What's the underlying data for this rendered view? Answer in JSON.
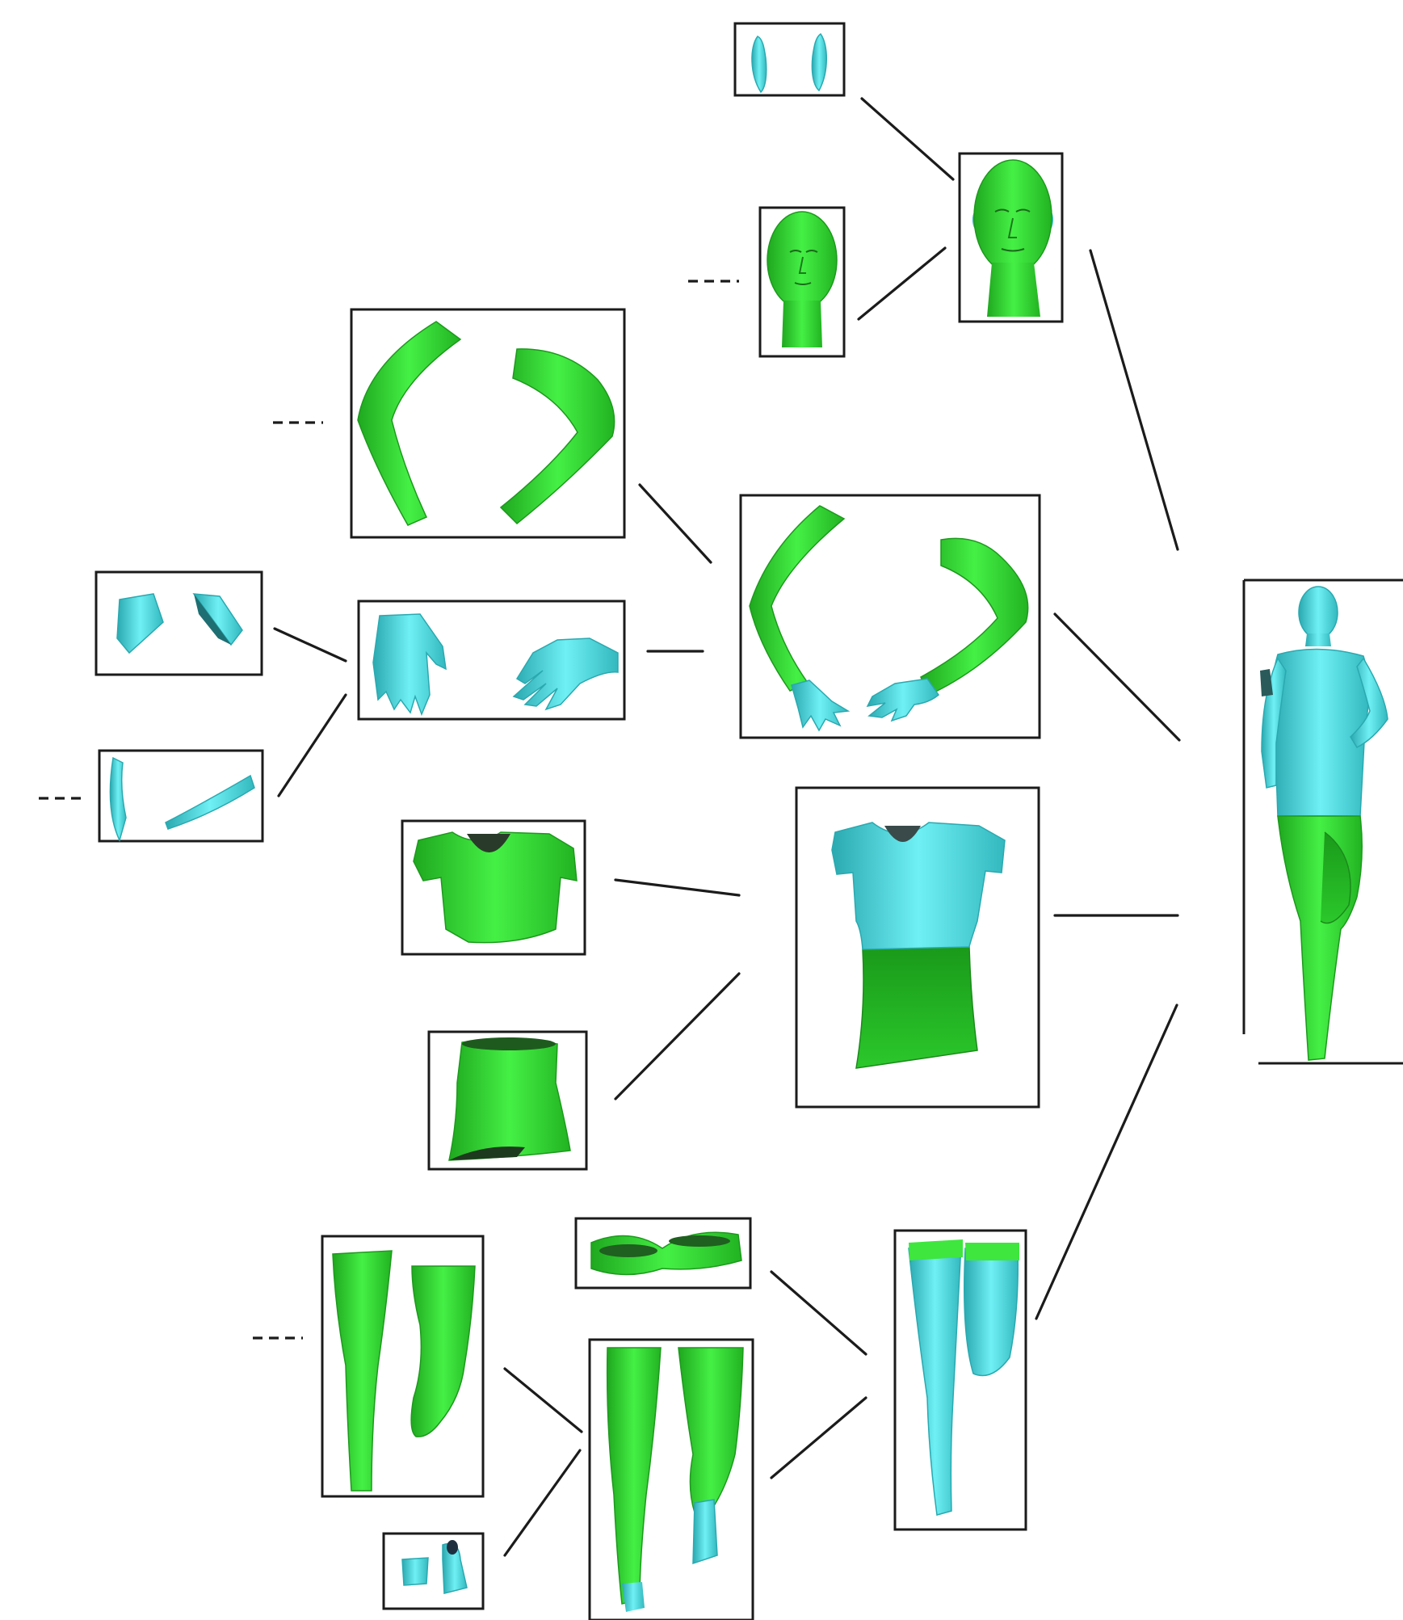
{
  "colors": {
    "background": "#ffffff",
    "frame": "#1b1b1b",
    "part_green": "#3ee63e",
    "part_green_dark": "#22b322",
    "part_cyan": "#4fe6ec",
    "part_cyan_dark": "#2aa9b0",
    "hole_dark": "#2a3a2a"
  },
  "nodes": [
    {
      "id": "ears",
      "depicts": "ear-pair-icon"
    },
    {
      "id": "bald-head",
      "depicts": "bald-head-icon"
    },
    {
      "id": "head",
      "depicts": "head-with-ears-icon"
    },
    {
      "id": "upper-arms",
      "depicts": "arm-pair-icon"
    },
    {
      "id": "hand-chunks",
      "depicts": "hand-chunk-pair-icon"
    },
    {
      "id": "hands",
      "depicts": "hand-pair-icon"
    },
    {
      "id": "fingers",
      "depicts": "finger-pair-icon"
    },
    {
      "id": "full-arms",
      "depicts": "arm-with-hands-icon"
    },
    {
      "id": "upper-torso",
      "depicts": "upper-torso-icon"
    },
    {
      "id": "lower-torso",
      "depicts": "waist-icon"
    },
    {
      "id": "torso",
      "depicts": "full-torso-icon"
    },
    {
      "id": "hip-band",
      "depicts": "hip-band-icon"
    },
    {
      "id": "upper-legs",
      "depicts": "thigh-pair-icon"
    },
    {
      "id": "feet-parts",
      "depicts": "foot-pieces-icon"
    },
    {
      "id": "leg-parts",
      "depicts": "leg-pair-icon"
    },
    {
      "id": "legs",
      "depicts": "assembled-legs-icon"
    },
    {
      "id": "full-body",
      "depicts": "full-body-icon"
    }
  ]
}
